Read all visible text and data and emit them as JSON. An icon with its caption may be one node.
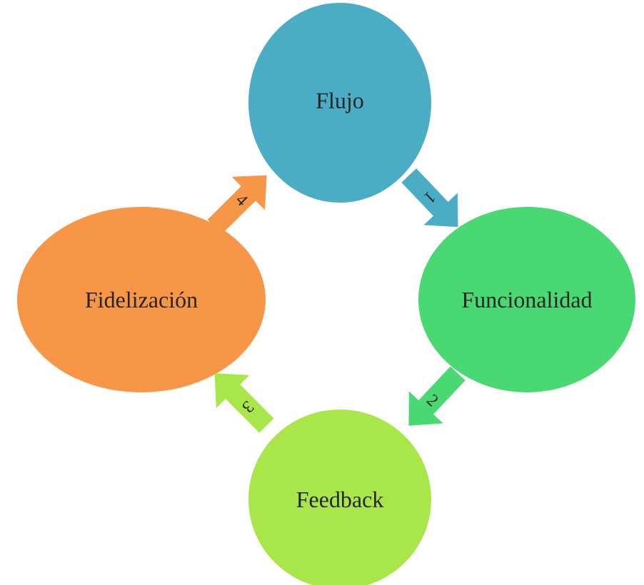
{
  "diagram": {
    "nodes": [
      {
        "text": [
          "Flujo"
        ]
      },
      {
        "text": [
          "Funcionalidad"
        ]
      },
      {
        "text": [
          "Feedback"
        ]
      },
      {
        "text": [
          "Fidelización"
        ]
      }
    ],
    "edges": [
      {
        "from": 0,
        "to": 1,
        "arrow": "to",
        "label": "1",
        "color": "#4bacc6"
      },
      {
        "from": 1,
        "to": 2,
        "arrow": "to",
        "label": "2",
        "color": "#4ad873"
      },
      {
        "from": 2,
        "to": 3,
        "arrow": "to",
        "label": "3",
        "color": "#a9e64a"
      },
      {
        "from": 3,
        "to": 0,
        "arrow": "to",
        "label": "4",
        "color": "#f79646"
      }
    ]
  }
}
